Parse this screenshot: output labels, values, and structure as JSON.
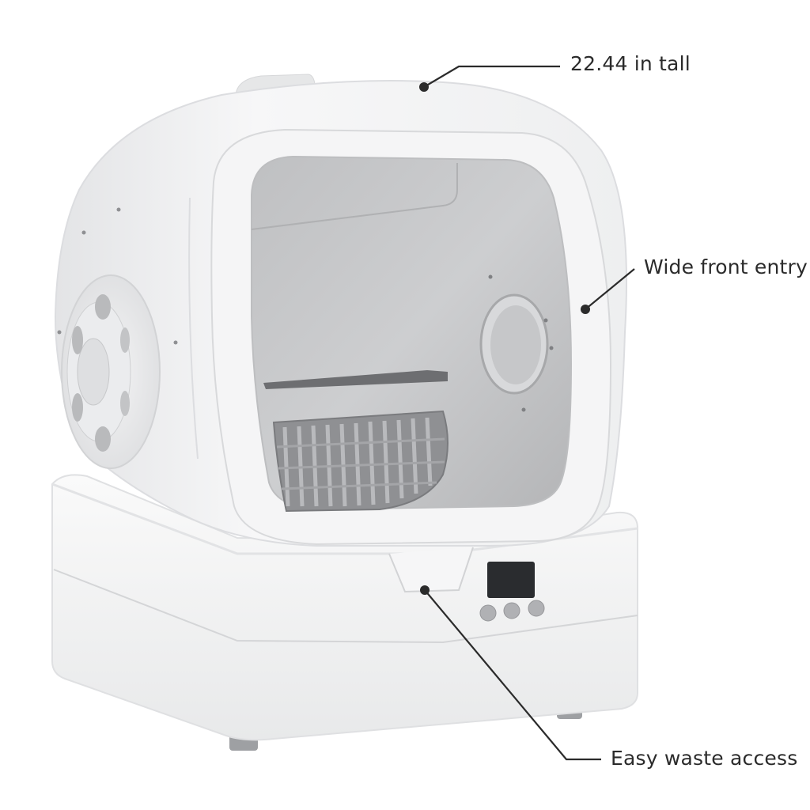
{
  "callouts": {
    "height": "22.44 in tall",
    "entry": "Wide front entry",
    "waste": "Easy waste access"
  },
  "colors": {
    "background": "#ffffff",
    "body": "#f2f3f4",
    "interior": "#c9cacc",
    "grate": "#9a9b9e",
    "display": "#2a2c2f",
    "leader_line": "#2b2b2b"
  },
  "icons": {
    "product": "self-cleaning-litter-box",
    "callout_marker": "filled-dot"
  }
}
